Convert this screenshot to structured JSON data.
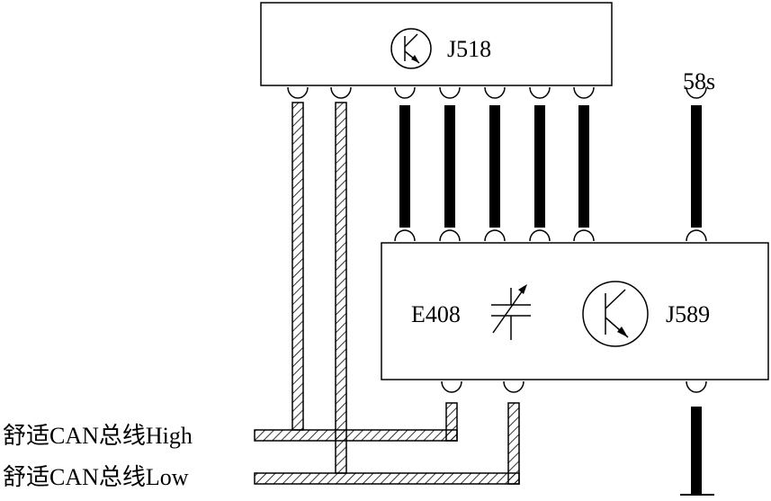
{
  "diagram": {
    "modules": {
      "top": {
        "label": "J518",
        "icon": "transistor-icon"
      },
      "bottom": {
        "sensor_label": "E408",
        "sensor_icon": "variable-capacitor-icon",
        "label": "J589",
        "icon": "transistor-icon"
      }
    },
    "terminal_58s": "58s",
    "bus": {
      "high_label": "舒适CAN总线High",
      "low_label": "舒适CAN总线Low"
    },
    "colors": {
      "line": "#000000",
      "background": "#ffffff"
    }
  }
}
